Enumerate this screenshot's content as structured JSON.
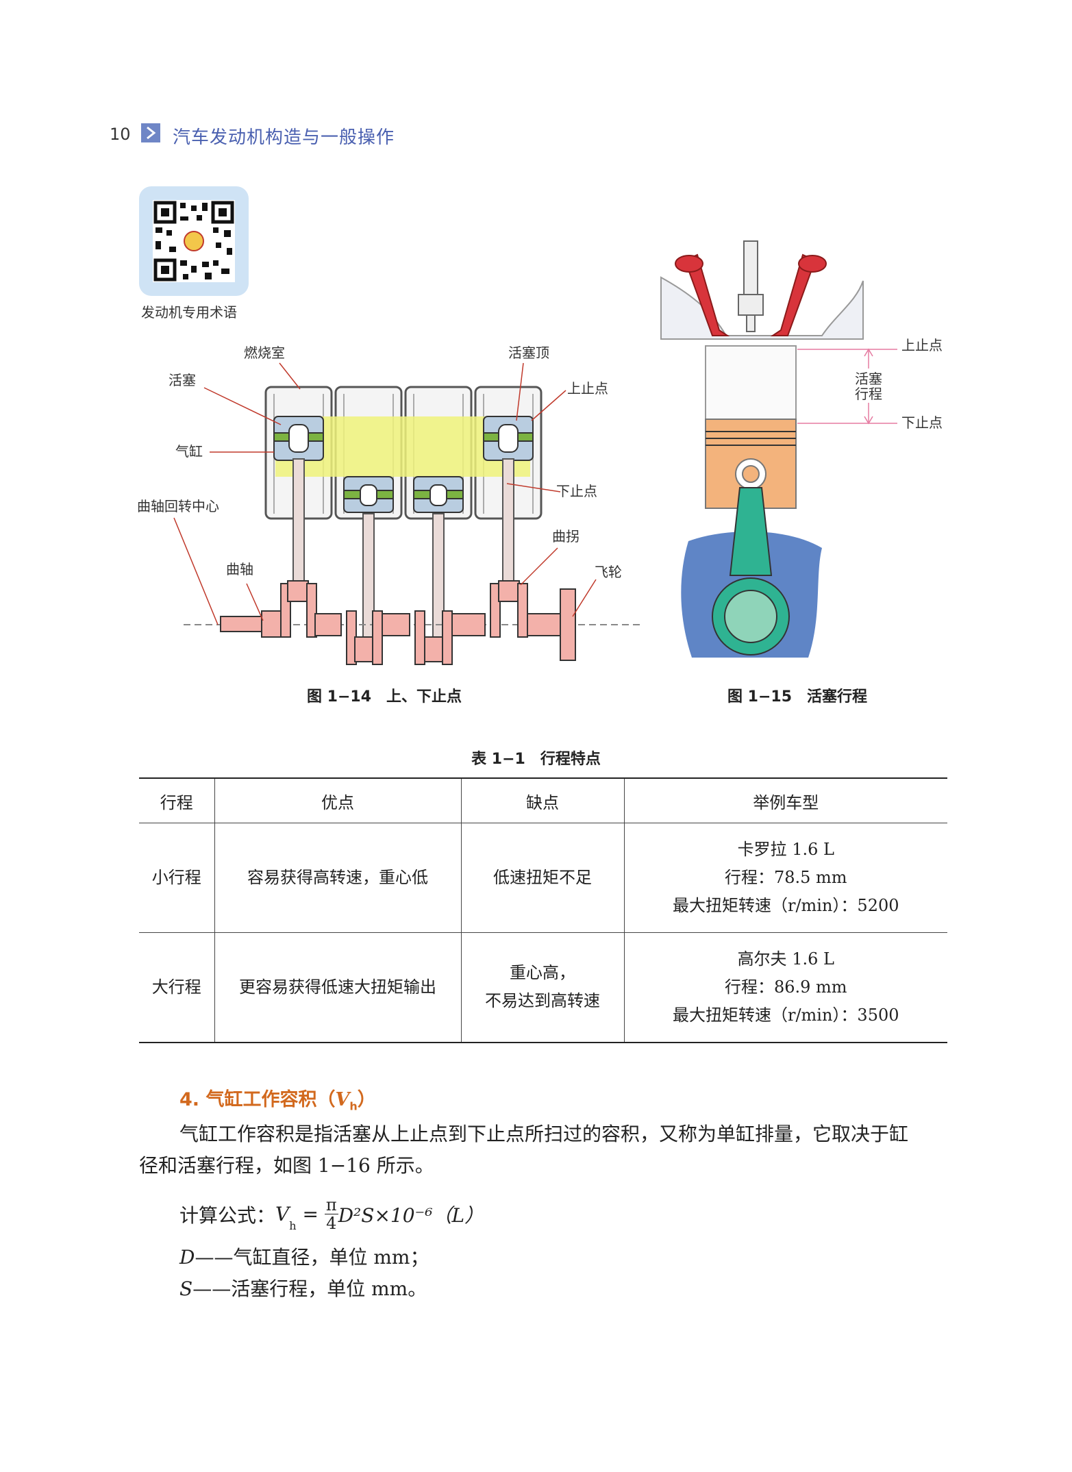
{
  "header": {
    "page_number": "10",
    "book_title": "汽车发动机构造与一般操作"
  },
  "qr": {
    "label": "发动机专用术语"
  },
  "figure14": {
    "labels": {
      "combustion_chamber": "燃烧室",
      "piston_top": "活塞顶",
      "piston": "活塞",
      "tdc": "上止点",
      "cylinder": "气缸",
      "bdc": "下止点",
      "crank_center": "曲轴回转中心",
      "crank_throw": "曲拐",
      "crankshaft": "曲轴",
      "flywheel": "飞轮"
    },
    "caption": "图 1−14　上、下止点"
  },
  "figure15": {
    "labels": {
      "tdc": "上止点",
      "stroke_line1": "活塞",
      "stroke_line2": "行程",
      "bdc": "下止点"
    },
    "caption": "图 1−15　活塞行程"
  },
  "table": {
    "title": "表 1−1　行程特点",
    "headers": [
      "行程",
      "优点",
      "缺点",
      "举例车型"
    ],
    "rows": [
      {
        "stroke": "小行程",
        "advantage": "容易获得高转速，重心低",
        "disadvantage_lines": [
          "低速扭矩不足"
        ],
        "example_lines": [
          "卡罗拉 1.6 L",
          "行程：78.5 mm",
          "最大扭矩转速（r/min）：5200"
        ]
      },
      {
        "stroke": "大行程",
        "advantage": "更容易获得低速大扭矩输出",
        "disadvantage_lines": [
          "重心高，",
          "不易达到高转速"
        ],
        "example_lines": [
          "高尔夫 1.6 L",
          "行程：86.9 mm",
          "最大扭矩转速（r/min）：3500"
        ]
      }
    ]
  },
  "section": {
    "title_prefix": "4. 气缸工作容积（",
    "title_var": "V",
    "title_sub": "h",
    "title_suffix": "）",
    "para_line1": "气缸工作容积是指活塞从上止点到下止点所扫过的容积，又称为单缸排量，它取决于缸",
    "para_line2": "径和活塞行程，如图 1−16 所示。",
    "formula_label": "计算公式：",
    "formula_var": "V",
    "formula_sub": "h",
    "formula_eq": " = ",
    "formula_num": "π",
    "formula_den": "4",
    "formula_tail": "D²S×10⁻⁶（L）",
    "def_d_var": "D",
    "def_d_text": "——气缸直径，单位 mm；",
    "def_s_var": "S",
    "def_s_text": "——活塞行程，单位 mm。"
  }
}
